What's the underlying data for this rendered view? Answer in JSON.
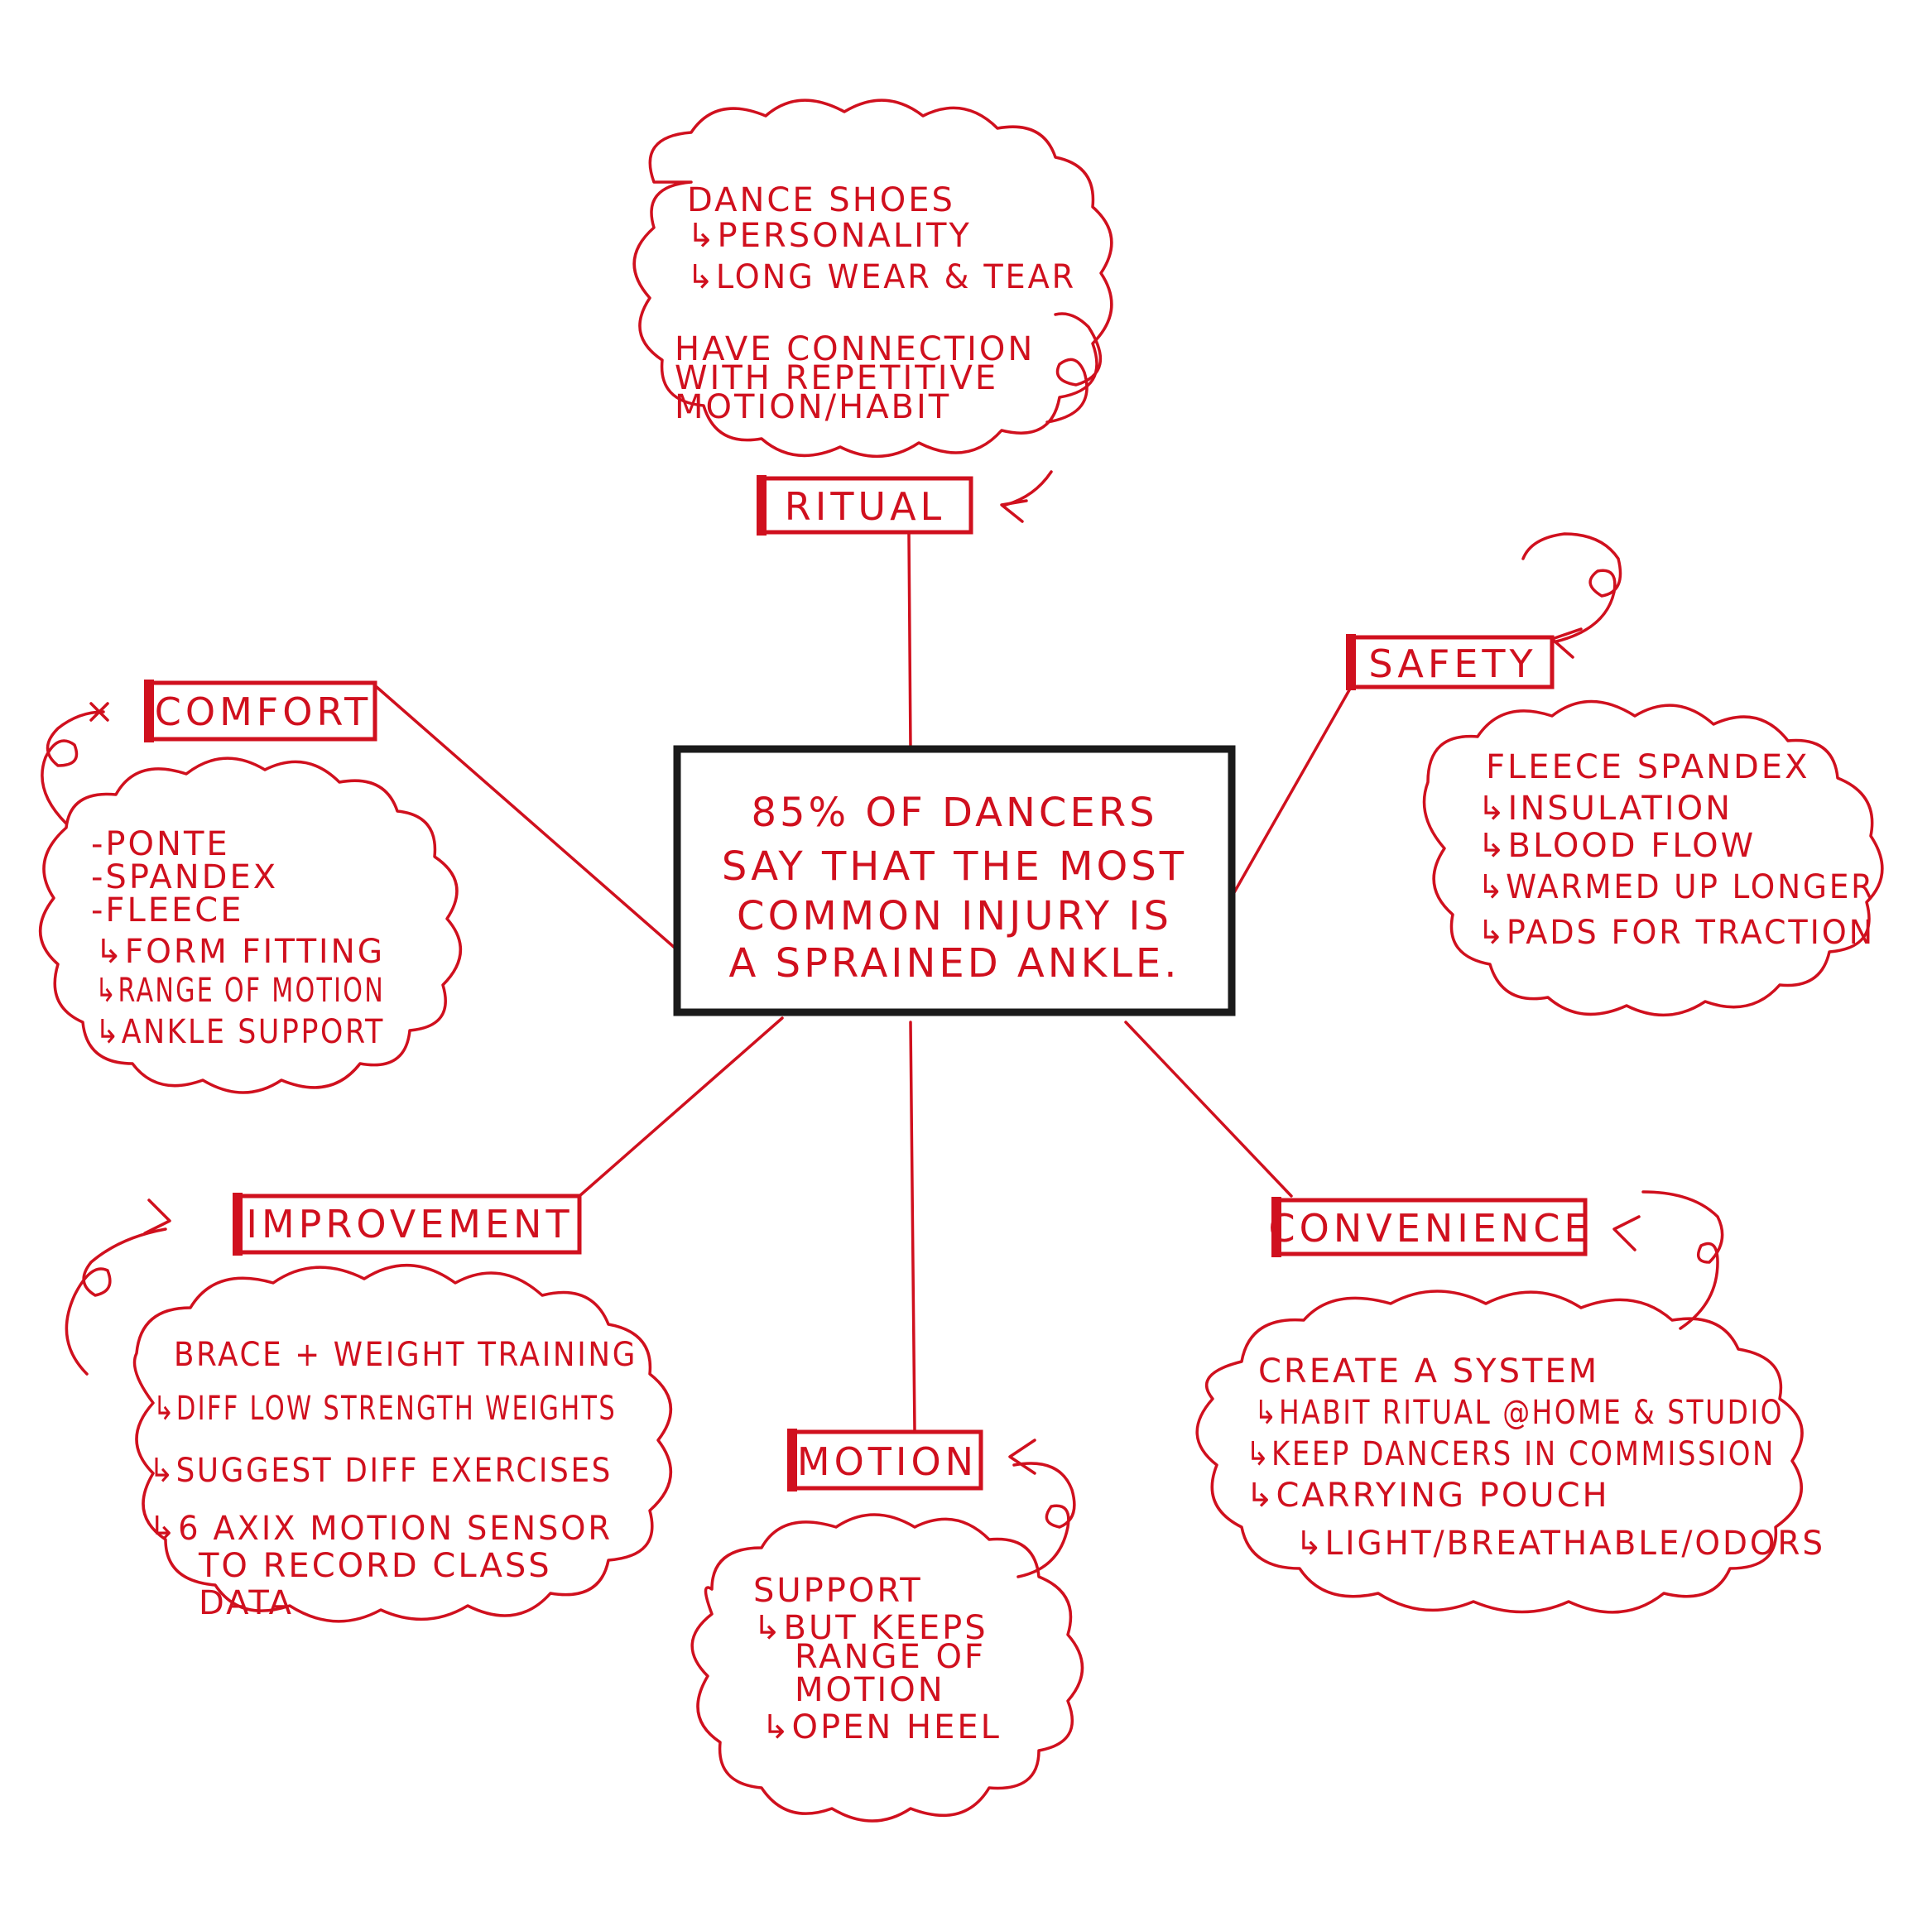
{
  "colors": {
    "ink": "#d0101e",
    "center_border": "#1a1a1a",
    "background": "#ffffff"
  },
  "center": {
    "lines": [
      "85% OF DANCERS",
      "SAY THAT THE MOST",
      "COMMON INJURY IS",
      "A SPRAINED ANKLE."
    ]
  },
  "topics": {
    "ritual": {
      "label": "RITUAL",
      "lines": [
        "DANCE SHOES",
        "↳PERSONALITY",
        "↳LONG WEAR & TEAR",
        "",
        "HAVE CONNECTION",
        "WITH REPETITIVE",
        "MOTION/HABIT"
      ]
    },
    "safety": {
      "label": "SAFETY",
      "lines": [
        "FLEECE SPANDEX",
        "↳INSULATION",
        "↳BLOOD FLOW",
        "↳WARMED UP LONGER",
        "↳PADS FOR TRACTION"
      ]
    },
    "comfort": {
      "label": "COMFORT",
      "lines": [
        "-PONTE",
        "-SPANDEX",
        "-FLEECE",
        "↳FORM FITTING",
        "↳RANGE OF MOTION",
        "↳ANKLE SUPPORT"
      ]
    },
    "improvement": {
      "label": "IMPROVEMENT",
      "lines": [
        "BRACE + WEIGHT TRAINING",
        "↳DIFF LOW STRENGTH WEIGHTS",
        "↳SUGGEST DIFF EXERCISES",
        "↳6 AXIX MOTION SENSOR",
        "TO RECORD CLASS",
        "DATA"
      ]
    },
    "motion": {
      "label": "MOTION",
      "lines": [
        "SUPPORT",
        "↳BUT KEEPS",
        "RANGE OF",
        "MOTION",
        "↳OPEN HEEL"
      ]
    },
    "convenience": {
      "label": "CONVENIENCE",
      "lines": [
        "CREATE A SYSTEM",
        "↳HABIT RITUAL @HOME & STUDIO",
        "↳KEEP DANCERS IN COMMISSION",
        "↳CARRYING POUCH",
        "↳LIGHT/BREATHABLE/ODORS"
      ]
    }
  }
}
